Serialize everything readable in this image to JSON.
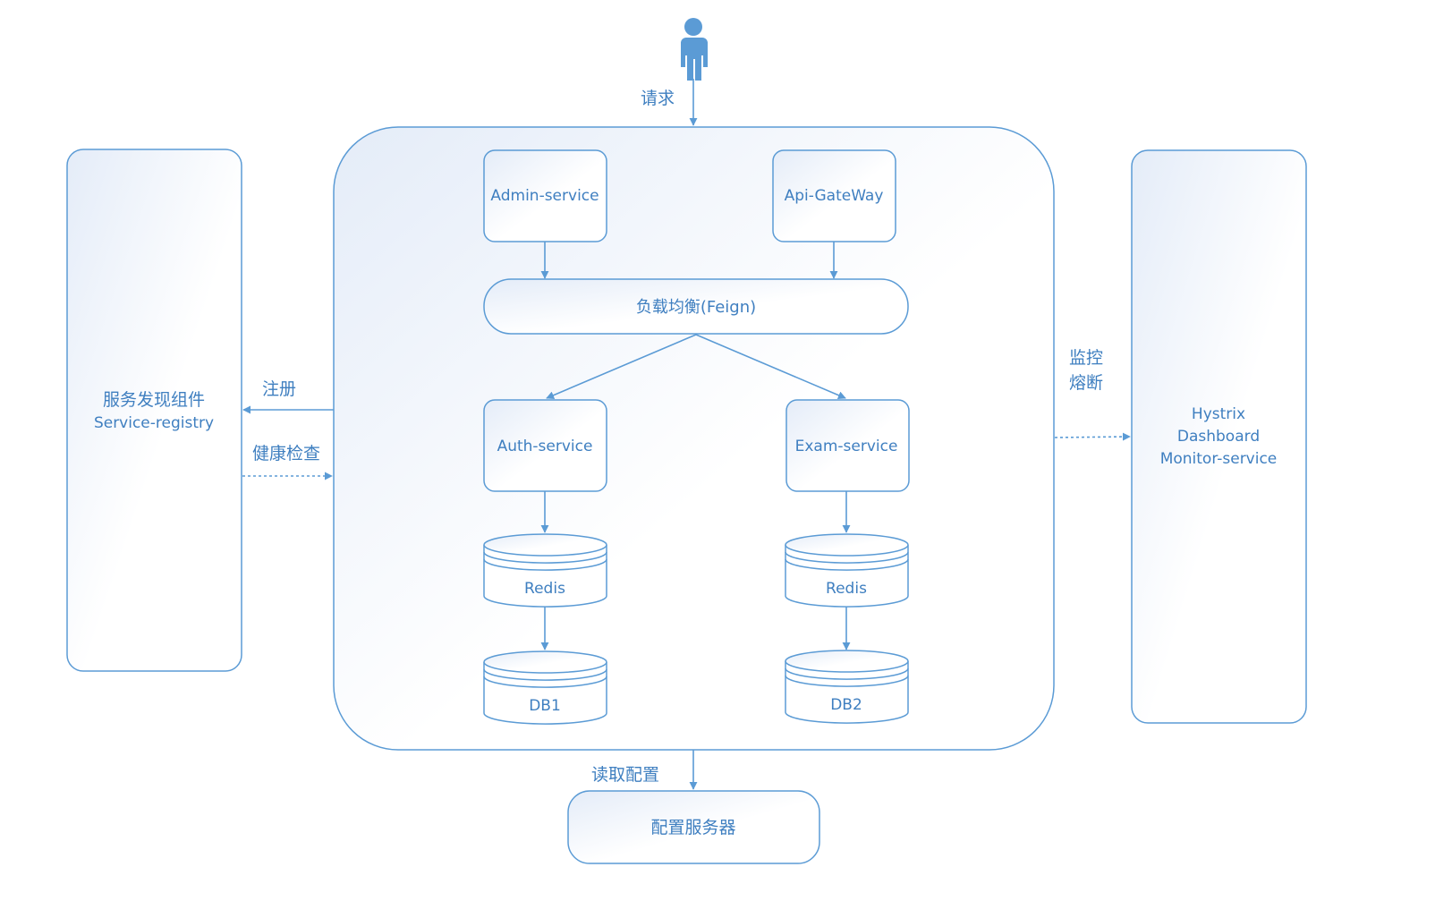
{
  "diagram": {
    "user_label": "请求",
    "nodes": {
      "registry_line1": "服务发现组件",
      "registry_line2": "Service-registry",
      "admin": "Admin-service",
      "gateway": "Api-GateWay",
      "lb": "负载均衡(Feign)",
      "auth": "Auth-service",
      "exam": "Exam-service",
      "redis_left": "Redis",
      "redis_right": "Redis",
      "db1": "DB1",
      "db2": "DB2",
      "hystrix_line1": "Hystrix",
      "hystrix_line2": "Dashboard",
      "hystrix_line3": "Monitor-service",
      "config": "配置服务器"
    },
    "edges": {
      "register": "注册",
      "health": "健康检查",
      "monitor_line1": "监控",
      "monitor_line2": "熔断",
      "read_config": "读取配置"
    }
  },
  "colors": {
    "accent": "#5b9bd5",
    "text": "#3f7fc0",
    "box_gradient_start": "#e6edf8",
    "box_gradient_end": "#ffffff"
  }
}
